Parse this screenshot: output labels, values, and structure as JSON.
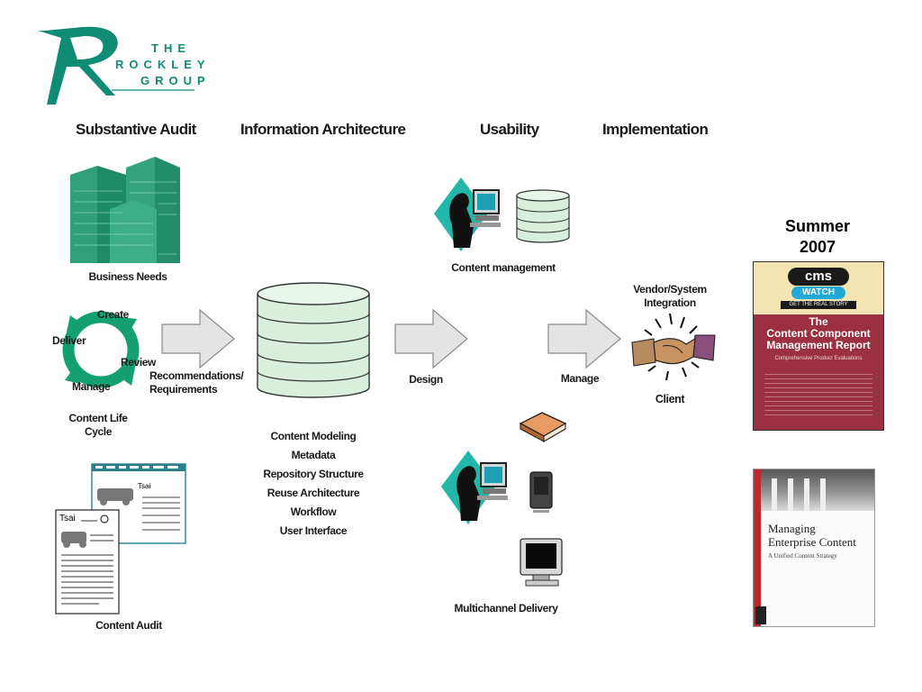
{
  "logo": {
    "line1": "THE",
    "line2": "ROCKLEY",
    "line3": "GROUP",
    "color": "#0f8c73"
  },
  "headers": [
    "Substantive Audit",
    "Information Architecture",
    "Usability",
    "Implementation"
  ],
  "labels": {
    "business_needs": "Business Needs",
    "lifecycle": {
      "create": "Create",
      "deliver": "Deliver",
      "review": "Review",
      "manage": "Manage",
      "title_line1": "Content Life",
      "title_line2": "Cycle"
    },
    "recommendations_line1": "Recommendations/",
    "recommendations_line2": "Requirements",
    "content_audit": "Content Audit",
    "audit_page_name": "Tsai",
    "design": "Design",
    "manage": "Manage",
    "content_management": "Content management",
    "vendor_line1": "Vendor/System",
    "vendor_line2": "Integration",
    "client": "Client",
    "multichannel": "Multichannel Delivery"
  },
  "ia_items": [
    "Content Modeling",
    "Metadata",
    "Repository Structure",
    "Reuse Architecture",
    "Workflow",
    "User Interface"
  ],
  "summer": {
    "line1": "Summer",
    "line2": "2007"
  },
  "report_cover": {
    "logo_top": "cms",
    "logo_bottom": "WATCH",
    "tagline": "GET THE REAL STORY",
    "title_line1": "The",
    "title_line2": "Content Component",
    "title_line3": "Management Report",
    "subtitle": "Comprehensive Product Evaluations"
  },
  "book_cover": {
    "title_line1": "Managing",
    "title_line2": "Enterprise Content",
    "subtitle": "A Unified Content Strategy"
  },
  "colors": {
    "green": "#14a071",
    "teal": "#22b7a8",
    "report_red": "#9a3040",
    "arrow_fill": "#e4e4e4"
  }
}
